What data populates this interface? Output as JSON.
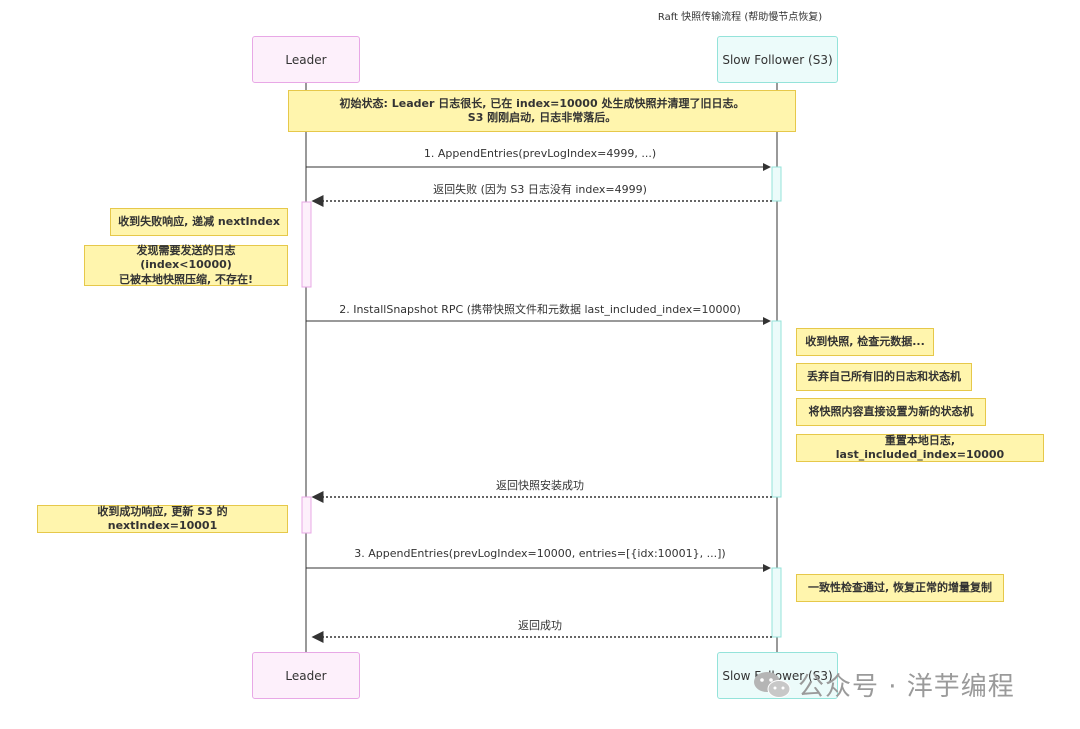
{
  "title": "Raft 快照传输流程 (帮助慢节点恢复)",
  "actors": {
    "leader": "Leader",
    "follower": "Slow Follower (S3)"
  },
  "notes": {
    "initial_state": "初始状态: Leader 日志很长, 已在 index=10000 处生成快照并清理了旧日志。\nS3 刚刚启动, 日志非常落后。",
    "leader_fail_1": "收到失败响应, 递减 nextIndex",
    "leader_fail_2": "发现需要发送的日志 (index<10000)\n已被本地快照压缩, 不存在!",
    "follower_snap_1": "收到快照, 检查元数据...",
    "follower_snap_2": "丢弃自己所有旧的日志和状态机",
    "follower_snap_3": "将快照内容直接设置为新的状态机",
    "follower_snap_4": "重置本地日志, last_included_index=10000",
    "leader_success": "收到成功响应, 更新 S3 的 nextIndex=10001",
    "follower_consistent": "一致性检查通过, 恢复正常的增量复制"
  },
  "messages": {
    "m1": "1. AppendEntries(prevLogIndex=4999, ...)",
    "m2": "返回失败 (因为 S3 日志没有 index=4999)",
    "m3": "2. InstallSnapshot RPC (携带快照文件和元数据 last_included_index=10000)",
    "m4": "返回快照安装成功",
    "m5": "3. AppendEntries(prevLogIndex=10000, entries=[{idx:10001}, ...])",
    "m6": "返回成功"
  },
  "watermark": "公众号 · 洋芋编程",
  "colors": {
    "leader_fill": "#fdf0fb",
    "leader_border": "#e8a8e6",
    "follower_fill": "#ecfbfa",
    "follower_border": "#94e3da",
    "note_fill": "#fff5ad",
    "note_border": "#e6c84a"
  },
  "icons": {
    "watermark": "wechat-icon"
  }
}
